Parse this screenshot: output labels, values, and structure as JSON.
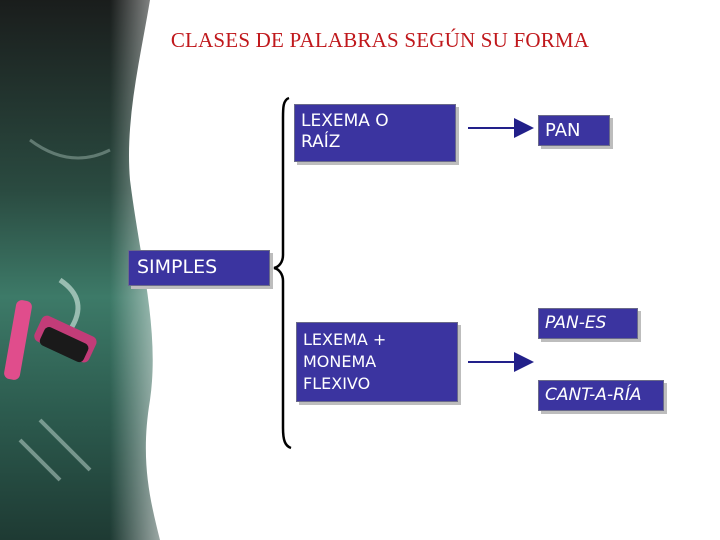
{
  "title": "CLASES DE PALABRAS SEGÚN SU FORMA",
  "colors": {
    "title": "#c0181c",
    "box_fill": "#3b34a0",
    "box_text": "#ffffff",
    "arrow": "#22208a"
  },
  "nodes": {
    "simples": "SIMPLES",
    "lexema_raiz": "LEXEMA O\nRAÍZ",
    "lexema_monema": "LEXEMA +\nMONEMA\nFLEXIVO",
    "pan": "PAN",
    "pan_es": "PAN-ES",
    "cant_a_ria": "CANT-A-RÍA"
  }
}
